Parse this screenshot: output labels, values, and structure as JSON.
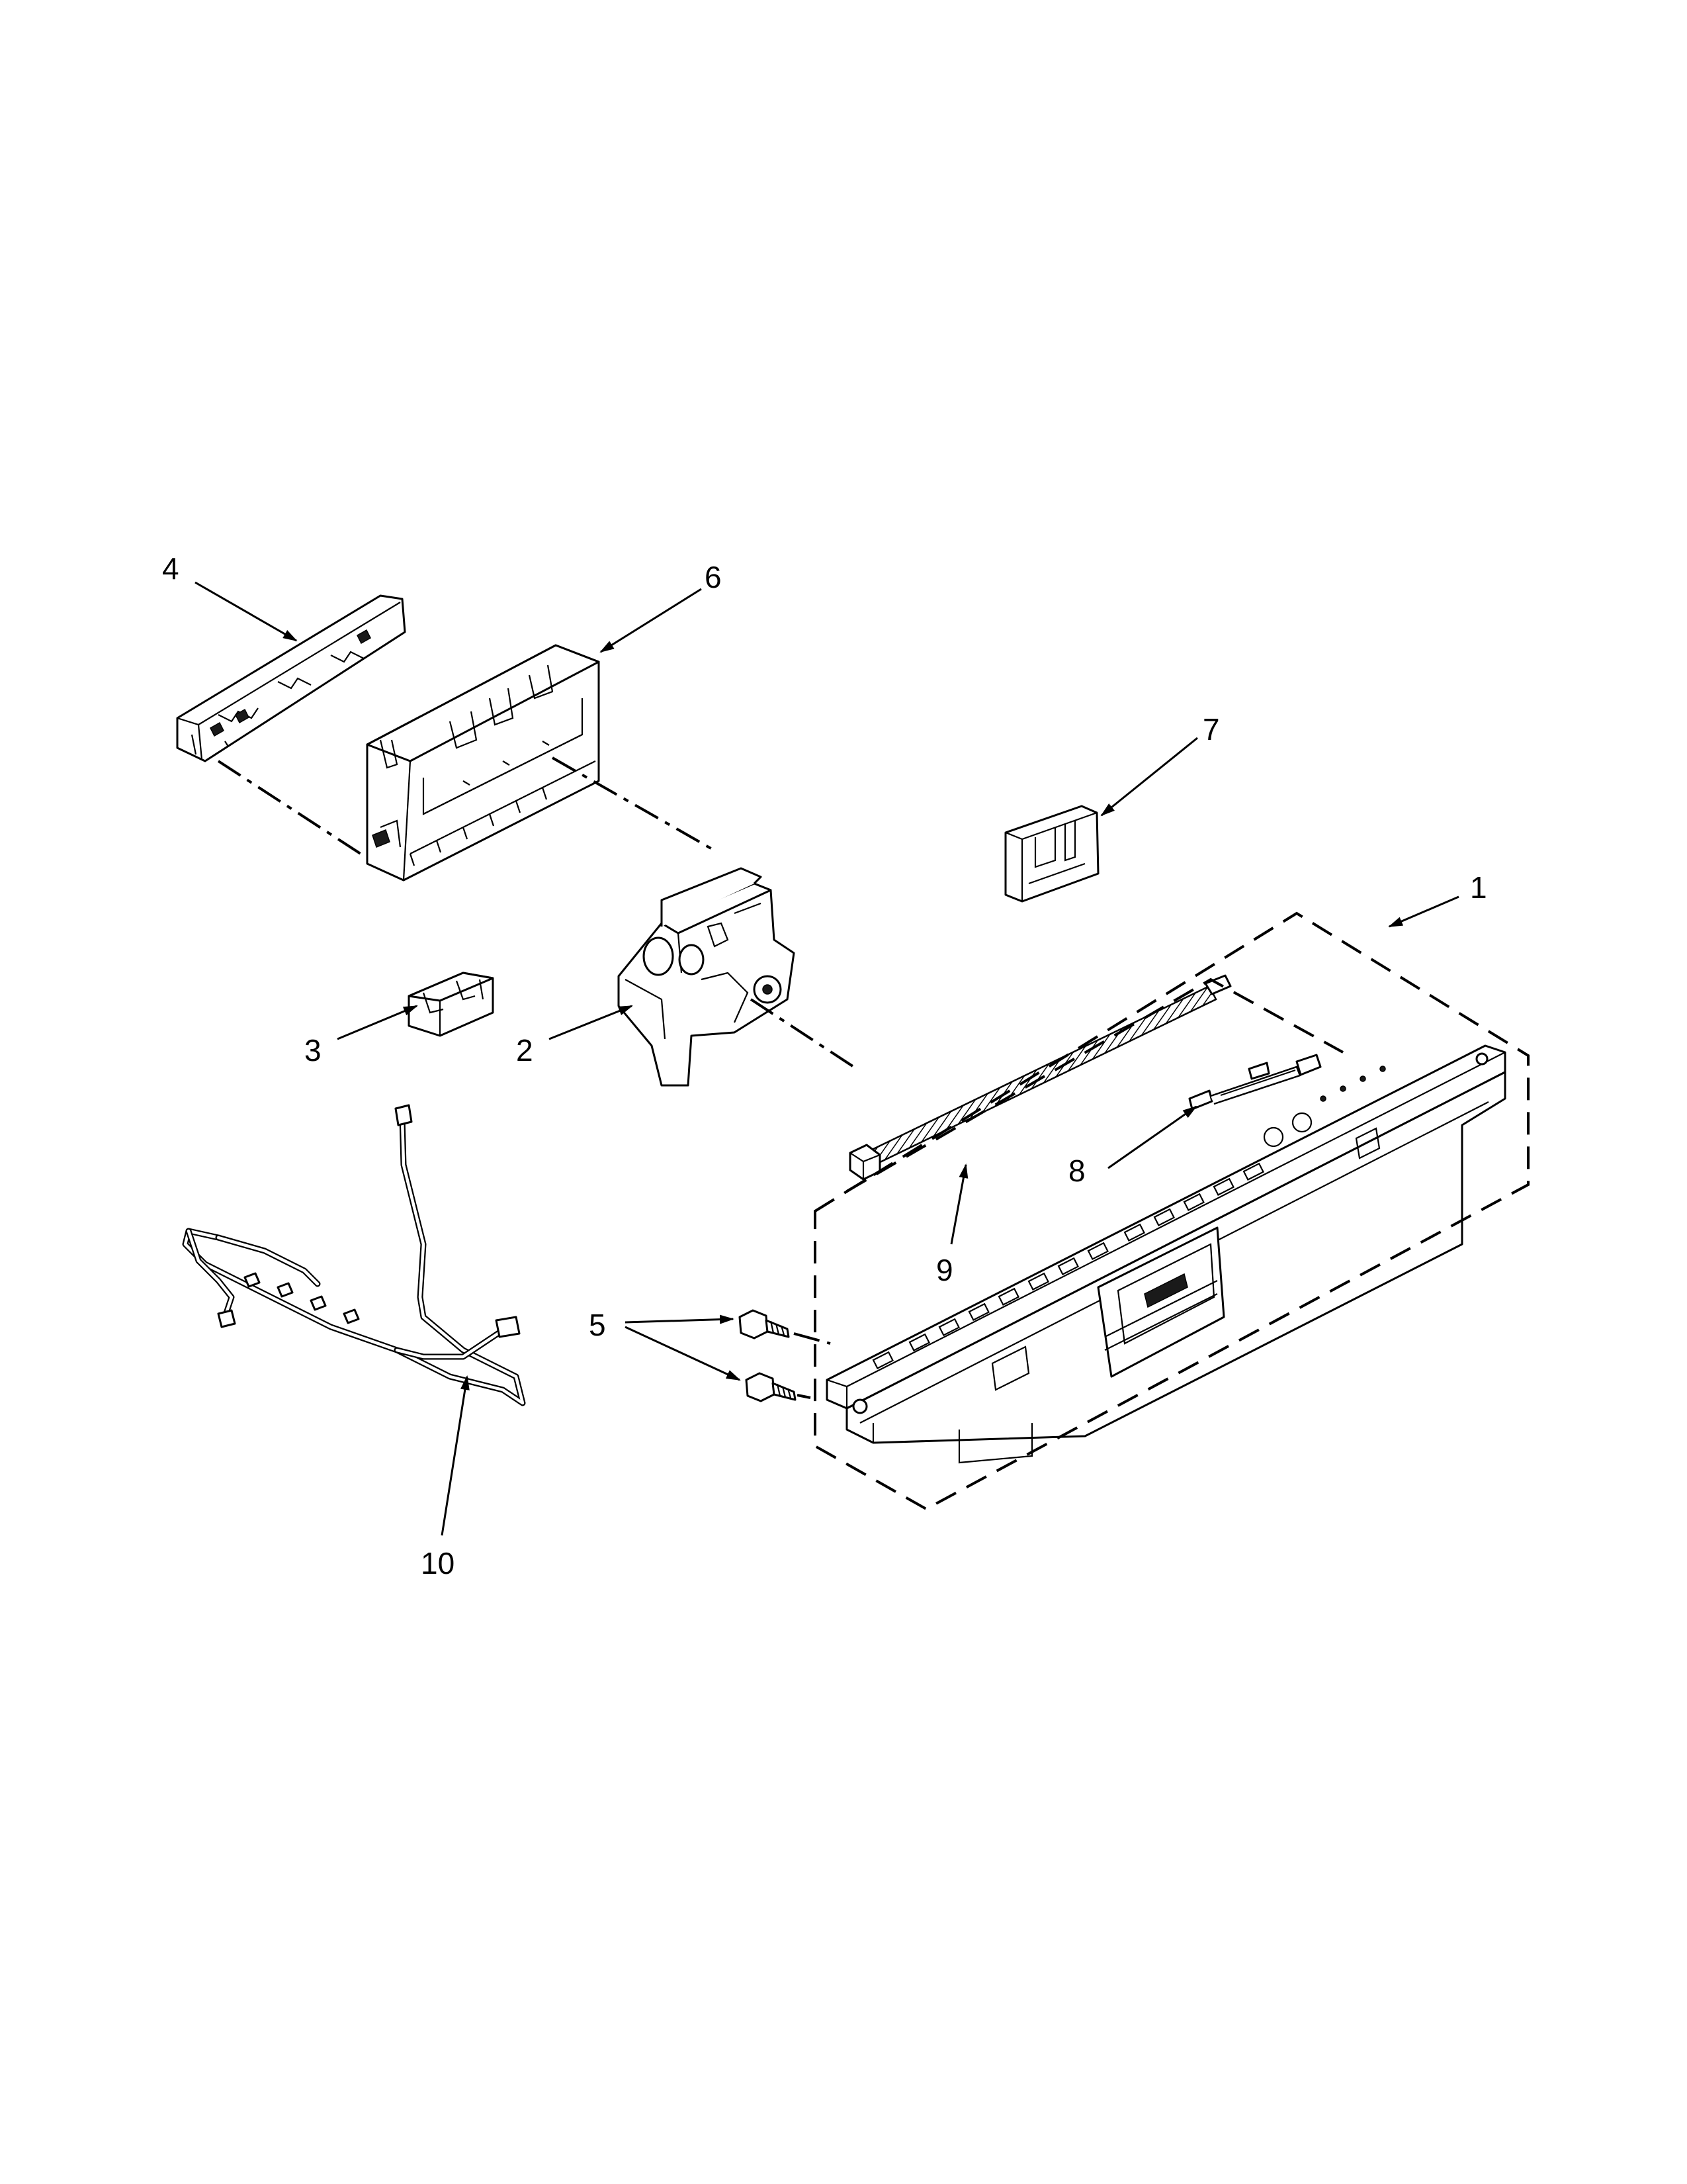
{
  "diagram": {
    "type": "exploded-parts-view",
    "callouts": [
      {
        "id": "c1",
        "label": "1"
      },
      {
        "id": "c2",
        "label": "2"
      },
      {
        "id": "c3",
        "label": "3"
      },
      {
        "id": "c4",
        "label": "4"
      },
      {
        "id": "c5",
        "label": "5"
      },
      {
        "id": "c6",
        "label": "6"
      },
      {
        "id": "c7",
        "label": "7"
      },
      {
        "id": "c8",
        "label": "8"
      },
      {
        "id": "c9",
        "label": "9"
      },
      {
        "id": "c10",
        "label": "10"
      }
    ]
  }
}
